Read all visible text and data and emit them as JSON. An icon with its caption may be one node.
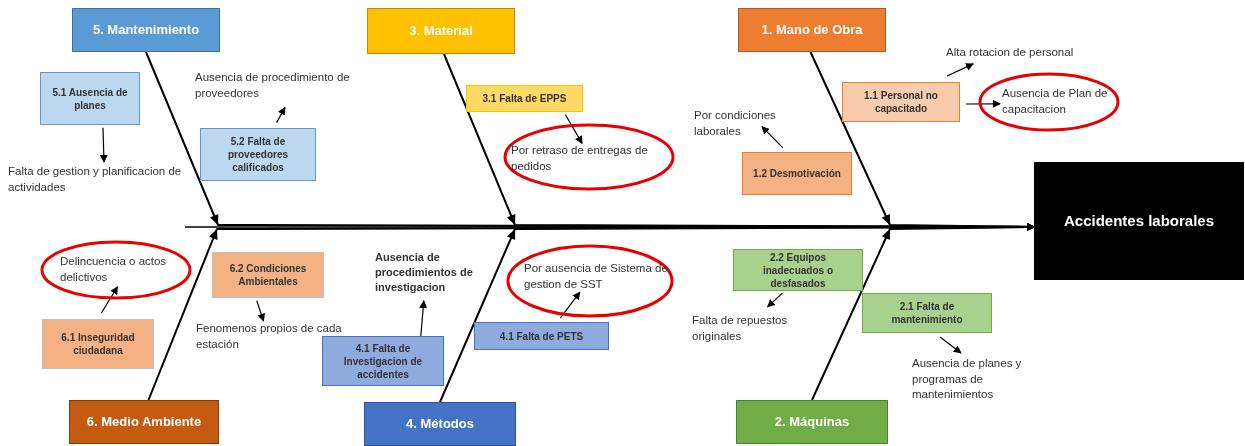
{
  "diagram": {
    "nodes": [
      {
        "text": [
          "5. Mantenimiento"
        ]
      },
      {
        "text": [
          "3. Material"
        ]
      },
      {
        "text": [
          "1. Mano de Obra"
        ]
      },
      {
        "text": [
          "5.1 Ausencia de planes"
        ]
      },
      {
        "text": [
          "Ausencia de procedimiento de proveedores"
        ]
      },
      {
        "text": [
          "5.2 Falta de proveedores calificados"
        ]
      },
      {
        "text": [
          "Falta de gestion y planificacion de actividades"
        ]
      },
      {
        "text": [
          "3.1 Falta de EPPS"
        ]
      },
      {
        "text": [
          "Por retraso de entregas de pedidos"
        ]
      },
      {
        "text": [
          "Alta rotacion de personal"
        ]
      },
      {
        "text": [
          "1.1 Personal no capacitado"
        ]
      },
      {
        "text": [
          "Ausencia de Plan de capacitacion"
        ]
      },
      {
        "text": [
          "Por condiciones laborales"
        ]
      },
      {
        "text": [
          "1.2 Desmotivación"
        ]
      },
      {
        "text": [
          "Accidentes laborales"
        ]
      },
      {
        "text": [
          "Delincuencia o actos delictivos"
        ]
      },
      {
        "text": [
          "6.2 Condiciones Ambientales"
        ]
      },
      {
        "text": [
          "Ausencia de procedimientos de investigacion"
        ]
      },
      {
        "text": [
          "Por ausencia de Sistema de gestion de SST"
        ]
      },
      {
        "text": [
          "2.2 Equipos inadecuados o desfasados"
        ]
      },
      {
        "text": [
          "6.1 Inseguridad ciudadana"
        ]
      },
      {
        "text": [
          "Fenomenos propios de cada estación"
        ]
      },
      {
        "text": [
          "4.1 Falta de PETS"
        ]
      },
      {
        "text": [
          "Falta de repuestos originales"
        ]
      },
      {
        "text": [
          "2.1 Falta de mantenimiento"
        ]
      },
      {
        "text": [
          "4.1 Falta de Investigacion de accidentes"
        ]
      },
      {
        "text": [
          "Ausencia de planes y programas de mantenimientos"
        ]
      },
      {
        "text": [
          "6. Medio Ambiente"
        ]
      },
      {
        "text": [
          "4. Métodos"
        ]
      },
      {
        "text": [
          "2. Máquinas"
        ]
      }
    ],
    "edges": [
      {
        "from": 0,
        "to": 14,
        "arrow": "to"
      },
      {
        "from": 1,
        "to": 14,
        "arrow": "to"
      },
      {
        "from": 2,
        "to": 14,
        "arrow": "to"
      },
      {
        "from": 27,
        "to": 14,
        "arrow": "to"
      },
      {
        "from": 28,
        "to": 14,
        "arrow": "to"
      },
      {
        "from": 29,
        "to": 14,
        "arrow": "to"
      },
      {
        "from": 3,
        "to": 6,
        "arrow": "to"
      },
      {
        "from": 5,
        "to": 4,
        "arrow": "to"
      },
      {
        "from": 7,
        "to": 8,
        "arrow": "to"
      },
      {
        "from": 13,
        "to": 12,
        "arrow": "to"
      },
      {
        "from": 10,
        "to": 9,
        "arrow": "to"
      },
      {
        "from": 10,
        "to": 11,
        "arrow": "to"
      },
      {
        "from": 20,
        "to": 15,
        "arrow": "to"
      },
      {
        "from": 16,
        "to": 21,
        "arrow": "to"
      },
      {
        "from": 25,
        "to": 17,
        "arrow": "to"
      },
      {
        "from": 22,
        "to": 18,
        "arrow": "to"
      },
      {
        "from": 19,
        "to": 23,
        "arrow": "to"
      },
      {
        "from": 24,
        "to": 26,
        "arrow": "to"
      }
    ]
  }
}
